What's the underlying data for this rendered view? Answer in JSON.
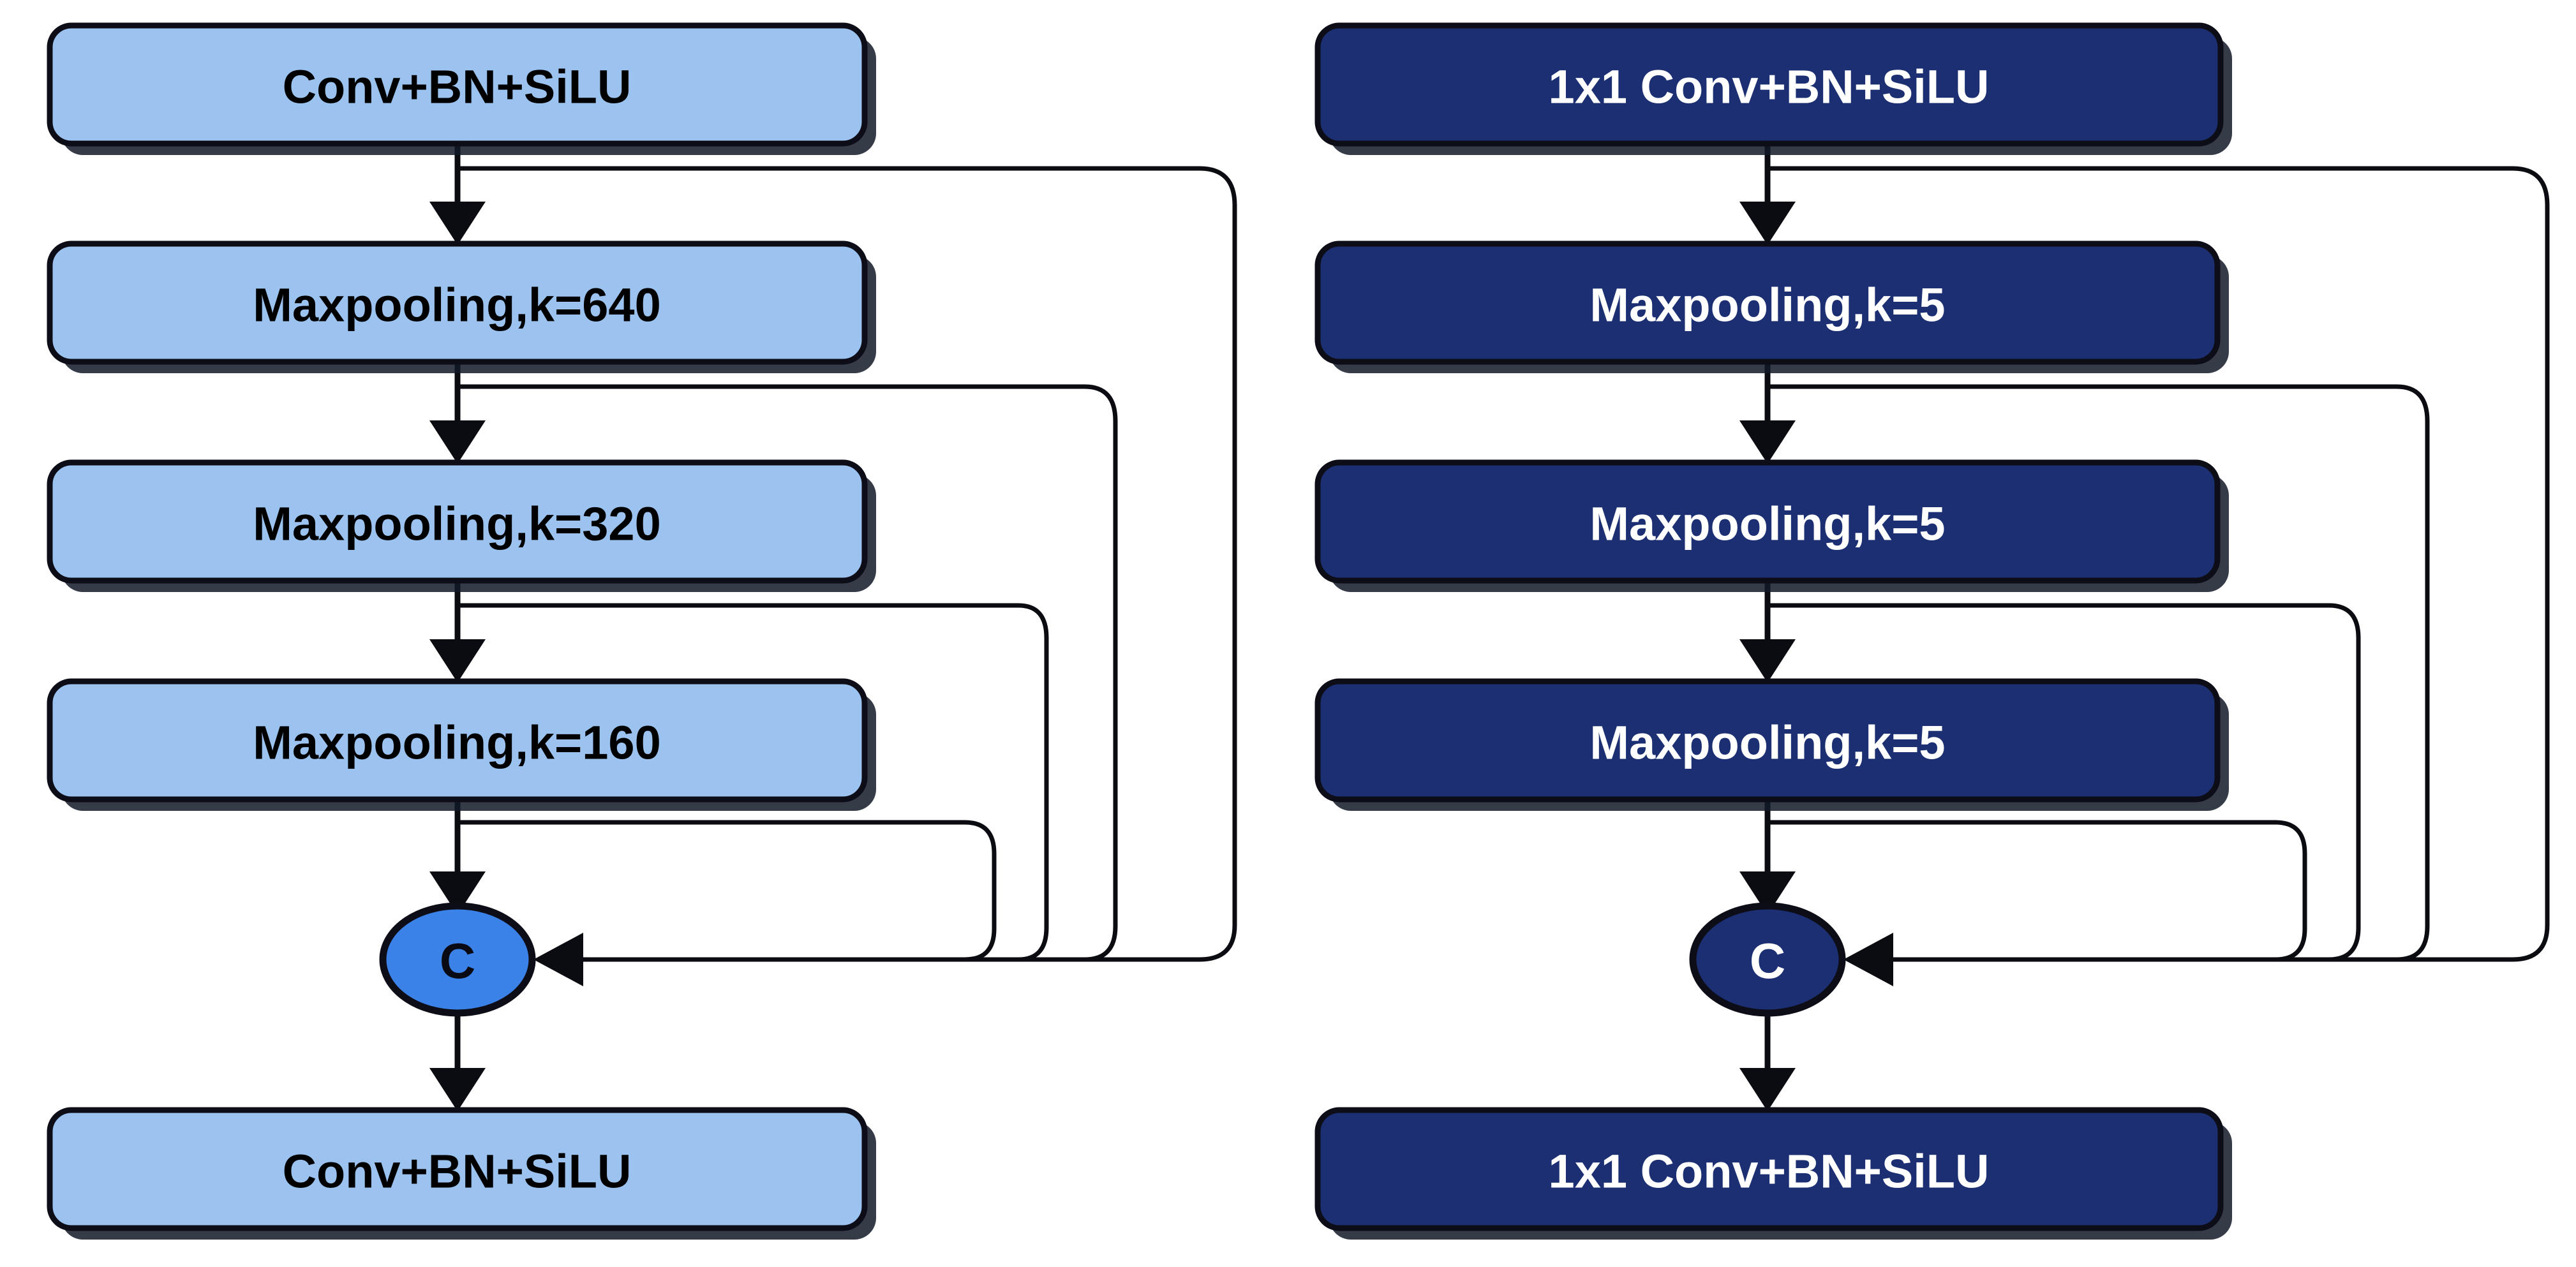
{
  "figure": {
    "title": "SPP vs SPPF module comparison diagram",
    "background_color": "#ffffff"
  },
  "panels": [
    {
      "id": "left",
      "name": "spp-module",
      "theme": {
        "box_fill": "#9cc3f0",
        "box_text": "#000000",
        "concat_fill": "#3b82e8",
        "concat_text": "#0a0a14",
        "border": "#0d0d18"
      },
      "nodes": [
        {
          "id": "l1",
          "label": "Conv+BN+SiLU"
        },
        {
          "id": "l2",
          "label": "Maxpooling,k=640"
        },
        {
          "id": "l3",
          "label": "Maxpooling,k=320"
        },
        {
          "id": "l4",
          "label": "Maxpooling,k=160"
        },
        {
          "id": "lc",
          "label": "C"
        },
        {
          "id": "l5",
          "label": "Conv+BN+SiLU"
        }
      ],
      "skip_connections": [
        {
          "from": "l1",
          "to": "lc"
        },
        {
          "from": "l2",
          "to": "lc"
        },
        {
          "from": "l3",
          "to": "lc"
        },
        {
          "from": "l4",
          "to": "lc"
        }
      ]
    },
    {
      "id": "right",
      "name": "sppf-module",
      "theme": {
        "box_fill": "#1b2f72",
        "box_text": "#ffffff",
        "concat_fill": "#1b2f72",
        "concat_text": "#ffffff",
        "border": "#0d0d18"
      },
      "nodes": [
        {
          "id": "r1",
          "label": "1x1 Conv+BN+SiLU"
        },
        {
          "id": "r2",
          "label": "Maxpooling,k=5"
        },
        {
          "id": "r3",
          "label": "Maxpooling,k=5"
        },
        {
          "id": "r4",
          "label": "Maxpooling,k=5"
        },
        {
          "id": "rc",
          "label": "C"
        },
        {
          "id": "r5",
          "label": "1x1 Conv+BN+SiLU"
        }
      ],
      "skip_connections": [
        {
          "from": "r1",
          "to": "rc"
        },
        {
          "from": "r2",
          "to": "rc"
        },
        {
          "from": "r3",
          "to": "rc"
        },
        {
          "from": "r4",
          "to": "rc"
        }
      ]
    }
  ]
}
